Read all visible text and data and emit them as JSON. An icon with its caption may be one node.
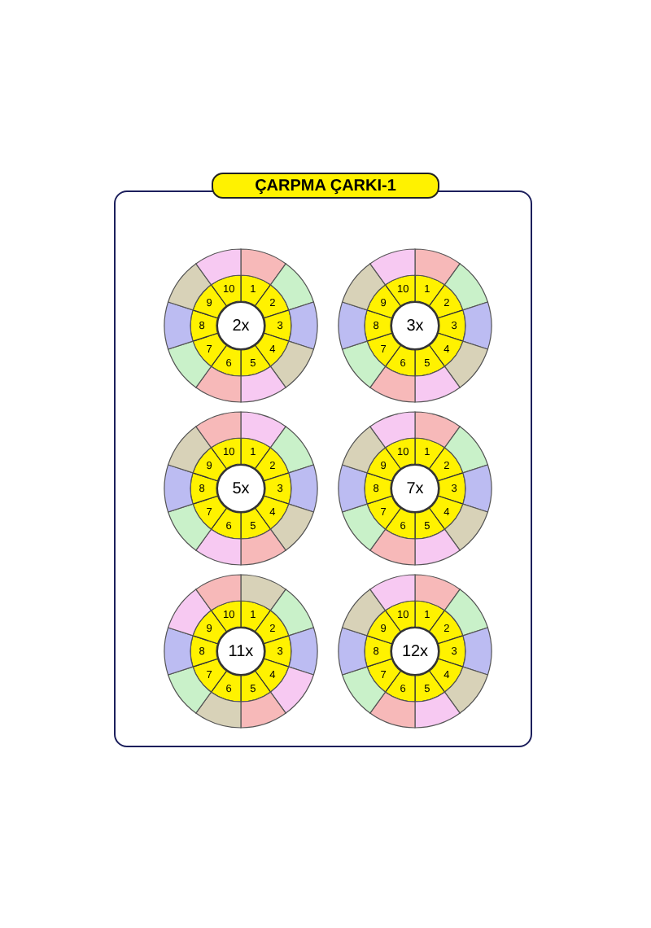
{
  "diagram": {
    "title": "ÇARPMA ÇARKI-1",
    "nodes": [
      {
        "text": [
          "2x"
        ]
      },
      {
        "text": [
          "1"
        ]
      },
      {
        "text": [
          "2"
        ]
      },
      {
        "text": [
          "3"
        ]
      },
      {
        "text": [
          "4"
        ]
      },
      {
        "text": [
          "5"
        ]
      },
      {
        "text": [
          "6"
        ]
      },
      {
        "text": [
          "7"
        ]
      },
      {
        "text": [
          "8"
        ]
      },
      {
        "text": [
          "9"
        ]
      },
      {
        "text": [
          "10"
        ]
      },
      {
        "text": [],
        "shape": "sector"
      },
      {
        "text": [],
        "shape": "sector"
      },
      {
        "text": [],
        "shape": "sector"
      },
      {
        "text": [],
        "shape": "sector"
      },
      {
        "text": [],
        "shape": "sector"
      },
      {
        "text": [],
        "shape": "sector"
      },
      {
        "text": [],
        "shape": "sector"
      },
      {
        "text": [],
        "shape": "sector"
      },
      {
        "text": [],
        "shape": "sector"
      },
      {
        "text": [],
        "shape": "sector"
      },
      {
        "text": [
          "3x"
        ]
      },
      {
        "text": [
          "1"
        ]
      },
      {
        "text": [
          "2"
        ]
      },
      {
        "text": [
          "3"
        ]
      },
      {
        "text": [
          "4"
        ]
      },
      {
        "text": [
          "5"
        ]
      },
      {
        "text": [
          "6"
        ]
      },
      {
        "text": [
          "7"
        ]
      },
      {
        "text": [
          "8"
        ]
      },
      {
        "text": [
          "9"
        ]
      },
      {
        "text": [
          "10"
        ]
      },
      {
        "text": [],
        "shape": "sector"
      },
      {
        "text": [],
        "shape": "sector"
      },
      {
        "text": [],
        "shape": "sector"
      },
      {
        "text": [],
        "shape": "sector"
      },
      {
        "text": [],
        "shape": "sector"
      },
      {
        "text": [],
        "shape": "sector"
      },
      {
        "text": [],
        "shape": "sector"
      },
      {
        "text": [],
        "shape": "sector"
      },
      {
        "text": [],
        "shape": "sector"
      },
      {
        "text": [],
        "shape": "sector"
      },
      {
        "text": [
          "5x"
        ]
      },
      {
        "text": [
          "1"
        ]
      },
      {
        "text": [
          "2"
        ]
      },
      {
        "text": [
          "3"
        ]
      },
      {
        "text": [
          "4"
        ]
      },
      {
        "text": [
          "5"
        ]
      },
      {
        "text": [
          "6"
        ]
      },
      {
        "text": [
          "7"
        ]
      },
      {
        "text": [
          "8"
        ]
      },
      {
        "text": [
          "9"
        ]
      },
      {
        "text": [
          "10"
        ]
      },
      {
        "text": [],
        "shape": "sector"
      },
      {
        "text": [],
        "shape": "sector"
      },
      {
        "text": [],
        "shape": "sector"
      },
      {
        "text": [],
        "shape": "sector"
      },
      {
        "text": [],
        "shape": "sector"
      },
      {
        "text": [],
        "shape": "sector"
      },
      {
        "text": [],
        "shape": "sector"
      },
      {
        "text": [],
        "shape": "sector"
      },
      {
        "text": [],
        "shape": "sector"
      },
      {
        "text": [],
        "shape": "sector"
      },
      {
        "text": [
          "7x"
        ]
      },
      {
        "text": [
          "1"
        ]
      },
      {
        "text": [
          "2"
        ]
      },
      {
        "text": [
          "3"
        ]
      },
      {
        "text": [
          "4"
        ]
      },
      {
        "text": [
          "5"
        ]
      },
      {
        "text": [
          "6"
        ]
      },
      {
        "text": [
          "7"
        ]
      },
      {
        "text": [
          "8"
        ]
      },
      {
        "text": [
          "9"
        ]
      },
      {
        "text": [
          "10"
        ]
      },
      {
        "text": [],
        "shape": "sector"
      },
      {
        "text": [],
        "shape": "sector"
      },
      {
        "text": [],
        "shape": "sector"
      },
      {
        "text": [],
        "shape": "sector"
      },
      {
        "text": [],
        "shape": "sector"
      },
      {
        "text": [],
        "shape": "sector"
      },
      {
        "text": [],
        "shape": "sector"
      },
      {
        "text": [],
        "shape": "sector"
      },
      {
        "text": [],
        "shape": "sector"
      },
      {
        "text": [],
        "shape": "sector"
      },
      {
        "text": [
          "11x"
        ]
      },
      {
        "text": [
          "1"
        ]
      },
      {
        "text": [
          "2"
        ]
      },
      {
        "text": [
          "3"
        ]
      },
      {
        "text": [
          "4"
        ]
      },
      {
        "text": [
          "5"
        ]
      },
      {
        "text": [
          "6"
        ]
      },
      {
        "text": [
          "7"
        ]
      },
      {
        "text": [
          "8"
        ]
      },
      {
        "text": [
          "9"
        ]
      },
      {
        "text": [
          "10"
        ]
      },
      {
        "text": [],
        "shape": "sector"
      },
      {
        "text": [],
        "shape": "sector"
      },
      {
        "text": [],
        "shape": "sector"
      },
      {
        "text": [],
        "shape": "sector"
      },
      {
        "text": [],
        "shape": "sector"
      },
      {
        "text": [],
        "shape": "sector"
      },
      {
        "text": [],
        "shape": "sector"
      },
      {
        "text": [],
        "shape": "sector"
      },
      {
        "text": [],
        "shape": "sector"
      },
      {
        "text": [],
        "shape": "sector"
      },
      {
        "text": [
          "12x"
        ]
      },
      {
        "text": [
          "1"
        ]
      },
      {
        "text": [
          "2"
        ]
      },
      {
        "text": [
          "3"
        ]
      },
      {
        "text": [
          "4"
        ]
      },
      {
        "text": [
          "5"
        ]
      },
      {
        "text": [
          "6"
        ]
      },
      {
        "text": [
          "7"
        ]
      },
      {
        "text": [
          "8"
        ]
      },
      {
        "text": [
          "9"
        ]
      },
      {
        "text": [
          "10"
        ]
      },
      {
        "text": [],
        "shape": "sector"
      },
      {
        "text": [],
        "shape": "sector"
      },
      {
        "text": [],
        "shape": "sector"
      },
      {
        "text": [],
        "shape": "sector"
      },
      {
        "text": [],
        "shape": "sector"
      },
      {
        "text": [],
        "shape": "sector"
      },
      {
        "text": [],
        "shape": "sector"
      },
      {
        "text": [],
        "shape": "sector"
      },
      {
        "text": [],
        "shape": "sector"
      },
      {
        "text": [],
        "shape": "sector"
      }
    ]
  }
}
